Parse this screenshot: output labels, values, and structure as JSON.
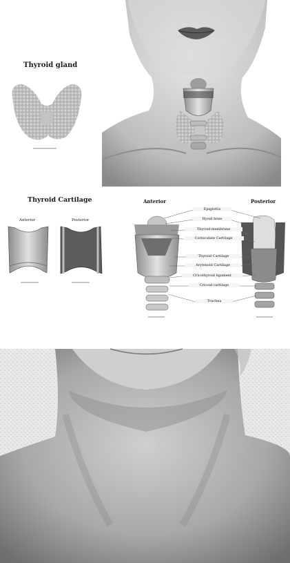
{
  "thyroid_gland": {
    "title": "Thyroid gland"
  },
  "thyroid_cartilage": {
    "title": "Thyroid Cartilage",
    "left_label": "Anterior",
    "right_label": "Posterior"
  },
  "larynx": {
    "anterior_title": "Anterior",
    "posterior_title": "Posterior",
    "labels": [
      "Epiglottis",
      "Hyoid bone",
      "Thyroid membrane",
      "Corniculate Cartilage",
      "Thyroid Cartilage",
      "Arytenoid Cartilage",
      "Cricothyroid ligament",
      "Cricoid cartilage",
      "Trachea"
    ]
  },
  "colors": {
    "skin": "#c9c9c9",
    "skin_dark": "#9a9a9a",
    "cartilage": "#bdbdbd",
    "tissue": "#7a7a7a"
  }
}
